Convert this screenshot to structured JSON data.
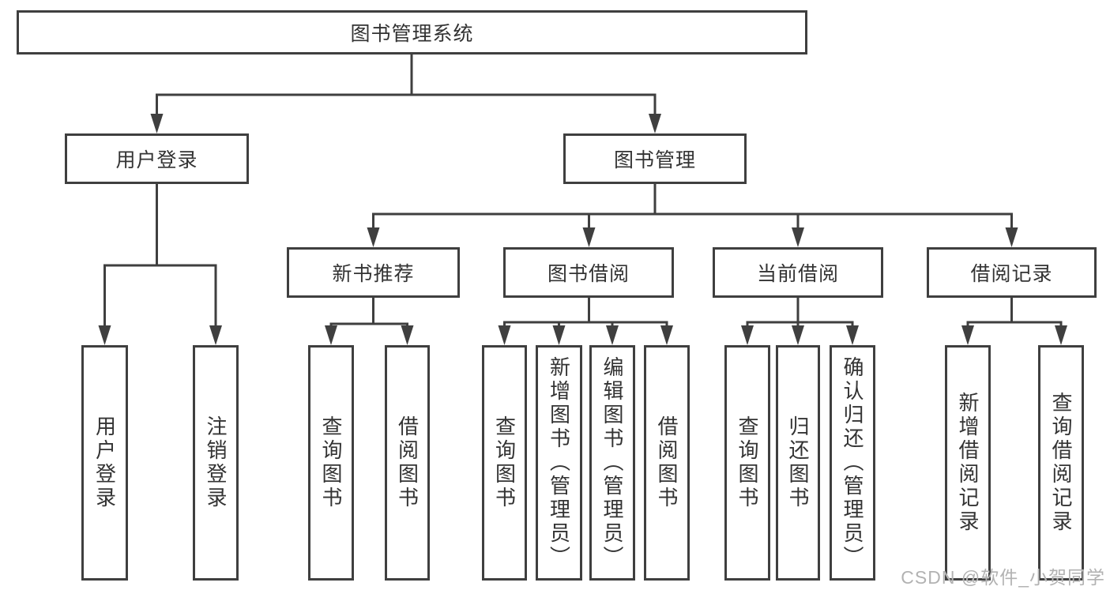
{
  "diagram": {
    "root": {
      "label": "图书管理系统",
      "children": [
        {
          "label": "用户登录",
          "children": [
            {
              "label": "用户登录"
            },
            {
              "label": "注销登录"
            }
          ]
        },
        {
          "label": "图书管理",
          "children": [
            {
              "label": "新书推荐",
              "children": [
                {
                  "label": "查询图书"
                },
                {
                  "label": "借阅图书"
                }
              ]
            },
            {
              "label": "图书借阅",
              "children": [
                {
                  "label": "查询图书"
                },
                {
                  "label": "新增图书（管理员）"
                },
                {
                  "label": "编辑图书（管理员）"
                },
                {
                  "label": "借阅图书"
                }
              ]
            },
            {
              "label": "当前借阅",
              "children": [
                {
                  "label": "查询图书"
                },
                {
                  "label": "归还图书"
                },
                {
                  "label": "确认归还（管理员）"
                }
              ]
            },
            {
              "label": "借阅记录",
              "children": [
                {
                  "label": "新增借阅记录"
                },
                {
                  "label": "查询借阅记录"
                }
              ]
            }
          ]
        }
      ]
    }
  },
  "watermark": {
    "text": "CSDN @软件_小贺同学"
  },
  "colors": {
    "line": "#3f3f3f",
    "text": "#333333",
    "background": "#ffffff",
    "watermark": "#b2b2b2"
  }
}
